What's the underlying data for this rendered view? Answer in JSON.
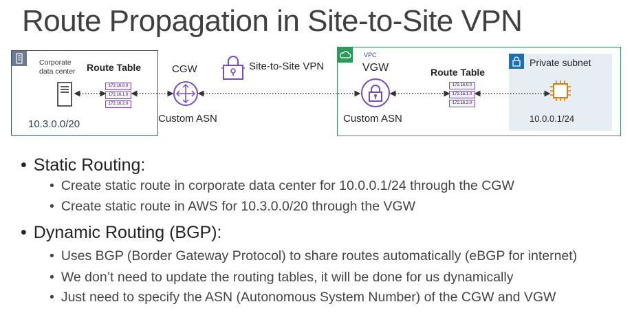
{
  "title": "Route Propagation in Site-to-Site VPN",
  "diagram": {
    "datacenter": {
      "label_line1": "Corporate",
      "label_line2": "data center",
      "route_table_label": "Route Table",
      "routes": [
        "172.16.0.0",
        "172.16.1.0",
        "172.16.2.0"
      ],
      "cidr": "10.3.0.0/20",
      "icon": "building-icon"
    },
    "cgw": {
      "label": "CGW",
      "asn_label": "Custom ASN",
      "icon": "customer-gateway-icon"
    },
    "vpn": {
      "label": "Site-to-Site VPN",
      "icon": "vpn-lock-icon"
    },
    "vpc": {
      "label": "VPC",
      "vgw_label": "VGW",
      "asn_label": "Custom ASN",
      "route_table_label": "Route Table",
      "routes": [
        "172.16.0.0",
        "172.16.1.0",
        "172.16.2.0"
      ],
      "icon": "cloud-icon"
    },
    "subnet": {
      "label": "Private subnet",
      "cidr": "10.0.0.1/24",
      "icon": "lock-icon",
      "instance_icon": "ec2-chip-icon"
    },
    "colors": {
      "datacenter_border": "#2f4f7f",
      "vpc_border": "#2d9a5a",
      "aws_purple": "#7a4bc7",
      "subnet_bg": "#e6eef3"
    }
  },
  "bullets": {
    "static": {
      "heading": "Static Routing:",
      "items": [
        "Create static route in corporate data center for 10.0.0.1/24 through the CGW",
        "Create static route in AWS for 10.3.0.0/20 through the VGW"
      ]
    },
    "dynamic": {
      "heading": "Dynamic Routing (BGP):",
      "items": [
        "Uses BGP (Border Gateway Protocol) to share routes automatically (eBGP for internet)",
        "We don’t need to update the routing tables, it will be done for us dynamically",
        "Just need to specify the ASN (Autonomous System Number) of the CGW and VGW"
      ]
    },
    "bullet_glyph": "•"
  }
}
